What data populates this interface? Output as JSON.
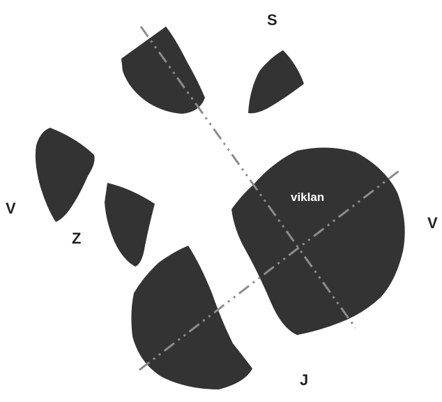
{
  "labels": {
    "north": "S",
    "west": "V",
    "east": "V",
    "south": "J",
    "z_side": "Z",
    "main_block": "viklan"
  },
  "colors": {
    "stone_fill": "#333333",
    "axis_line": "#8c8c8c",
    "label_text": "#222222",
    "inner_label_text": "#ffffff"
  }
}
